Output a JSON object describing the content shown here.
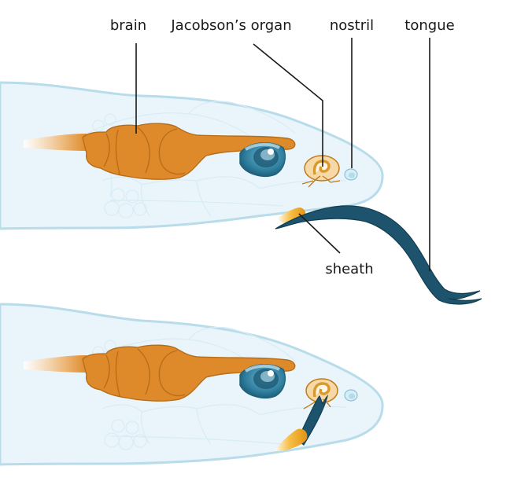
{
  "labels": {
    "brain": "brain",
    "jacobsons_organ": "Jacobson’s organ",
    "nostril": "nostril",
    "tongue": "tongue",
    "sheath": "sheath"
  },
  "colors": {
    "head_fill": "#e9f5fb",
    "head_outline": "#b9dcea",
    "brain": "#df8a2a",
    "eye": "#3a8fb0",
    "tongue": "#1d536c",
    "sheath": "#f2a51f"
  }
}
